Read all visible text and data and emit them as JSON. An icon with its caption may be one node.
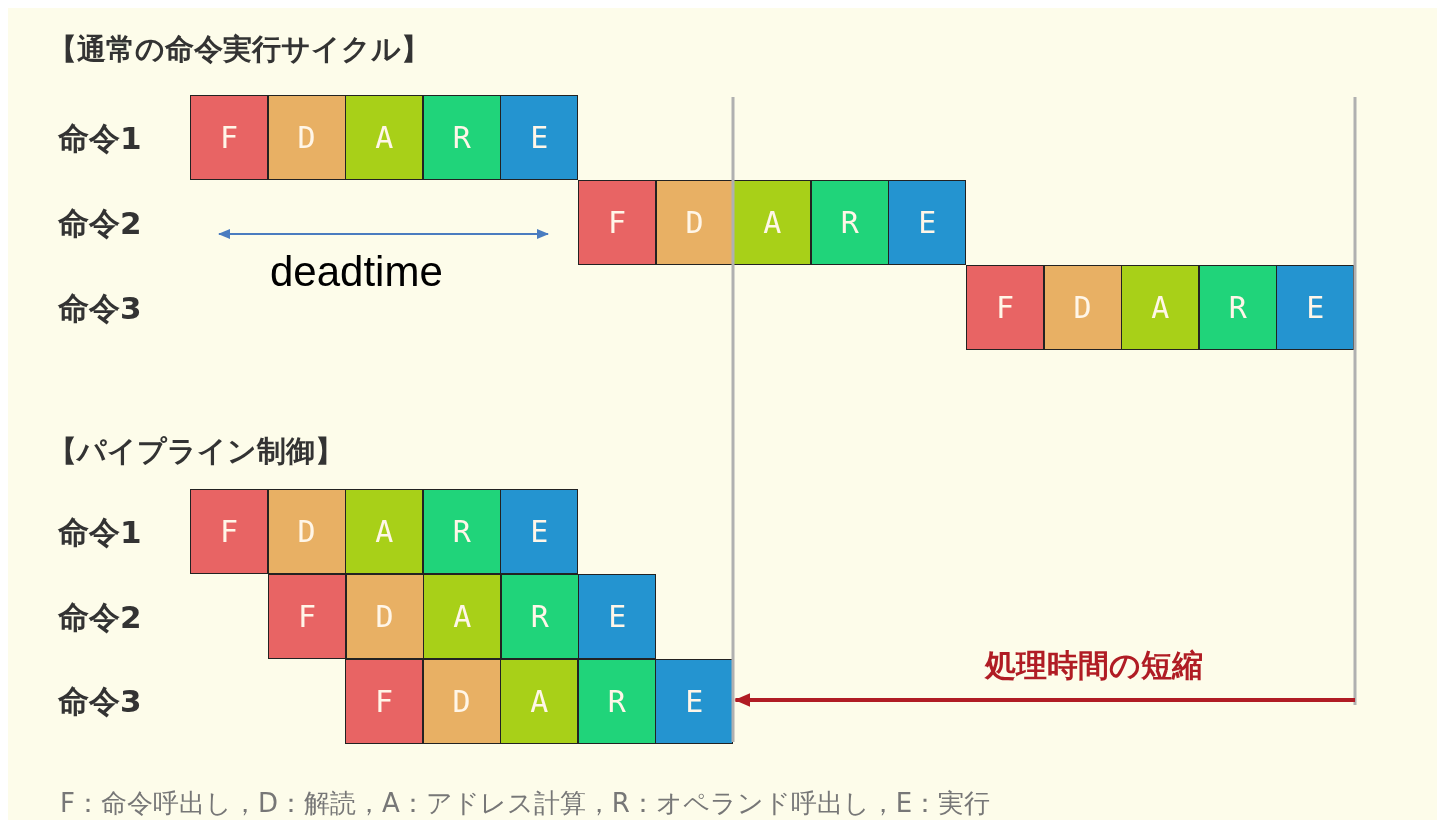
{
  "diagram": {
    "nodes": [
      {
        "text": [
          "F"
        ]
      },
      {
        "text": [
          "D"
        ]
      },
      {
        "text": [
          "A"
        ]
      },
      {
        "text": [
          "R"
        ]
      },
      {
        "text": [
          "E"
        ]
      },
      {
        "text": [
          "F"
        ]
      },
      {
        "text": [
          "D"
        ]
      },
      {
        "text": [
          "A"
        ]
      },
      {
        "text": [
          "R"
        ]
      },
      {
        "text": [
          "E"
        ]
      },
      {
        "text": [
          "F"
        ]
      },
      {
        "text": [
          "D"
        ]
      },
      {
        "text": [
          "A"
        ]
      },
      {
        "text": [
          "R"
        ]
      },
      {
        "text": [
          "E"
        ]
      },
      {
        "text": [
          "F"
        ]
      },
      {
        "text": [
          "D"
        ]
      },
      {
        "text": [
          "A"
        ]
      },
      {
        "text": [
          "R"
        ]
      },
      {
        "text": [
          "E"
        ]
      },
      {
        "text": [
          "F"
        ]
      },
      {
        "text": [
          "D"
        ]
      },
      {
        "text": [
          "A"
        ]
      },
      {
        "text": [
          "R"
        ]
      },
      {
        "text": [
          "E"
        ]
      },
      {
        "text": [
          "F"
        ]
      },
      {
        "text": [
          "D"
        ]
      },
      {
        "text": [
          "A"
        ]
      },
      {
        "text": [
          "R"
        ]
      },
      {
        "text": [
          "E"
        ]
      }
    ],
    "edges": [
      {
        "from": null,
        "to": 29,
        "arrow": "to",
        "label": "処理時間の短縮"
      }
    ],
    "labels": [
      "【通常の命令実行サイクル】",
      "命令1",
      "命令2",
      "deadtime",
      "命令3",
      "【パイプライン制御】",
      "命令1",
      "命令2",
      "命令3",
      "F：命令呼出し，D：解読，A：アドレス計算，R：オペランド呼出し，E：実行"
    ]
  }
}
